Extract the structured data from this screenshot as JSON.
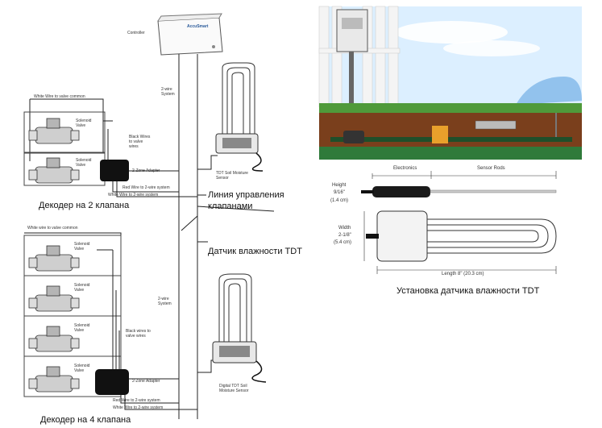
{
  "diagram": {
    "controller_label": "Controller",
    "controller_brand": "AccuSmart",
    "two_wire_system_top": "2-wire System",
    "two_wire_system_bottom": "2-wire System",
    "sensor_top_label": "TDT Soil Moisture Sensor",
    "sensor_bottom_label": "Digital TDT Soil Moisture Sensor",
    "decoder2": {
      "white_wire_common": "White Wire to valve common",
      "valve1_label": "Solenoid Valve",
      "valve2_label": "Solenoid Valve",
      "black_wires": "Black Wires to valve wires",
      "adapter_label": "2-Zone Adapter",
      "red_wire": "Red Wire to 2-wire system",
      "white_wire": "White Wire to 2-wire system",
      "caption": "Декодер на 2 клапана"
    },
    "decoder4": {
      "white_wire_common": "White wire to valve common",
      "valve_labels": [
        "Solenoid Valve",
        "Solenoid Valve",
        "Solenoid Valve",
        "Solenoid Valve"
      ],
      "black_wires": "Black wires to valve wires",
      "adapter_label": "2-Zone Adapter",
      "red_wire": "Red Wire to 2-wire system",
      "white_wire": "White Wire to 2-wire system",
      "caption": "Декодер на 4 клапана"
    },
    "line_label_1": "Линия управления",
    "line_label_2": "клапанами",
    "sensor_caption": "Датчик влажности TDT"
  },
  "spec": {
    "electronics": "Electronics",
    "sensor_rods": "Sensor Rods",
    "height_label": "Height",
    "height_in": "9/16\"",
    "height_cm": "(1.4 cm)",
    "width_label": "Width",
    "width_in": "2-1/8\"",
    "width_cm": "(5.4 cm)",
    "length": "Length 8\" (20.3 cm)",
    "caption": "Установка датчика влажности TDT"
  }
}
